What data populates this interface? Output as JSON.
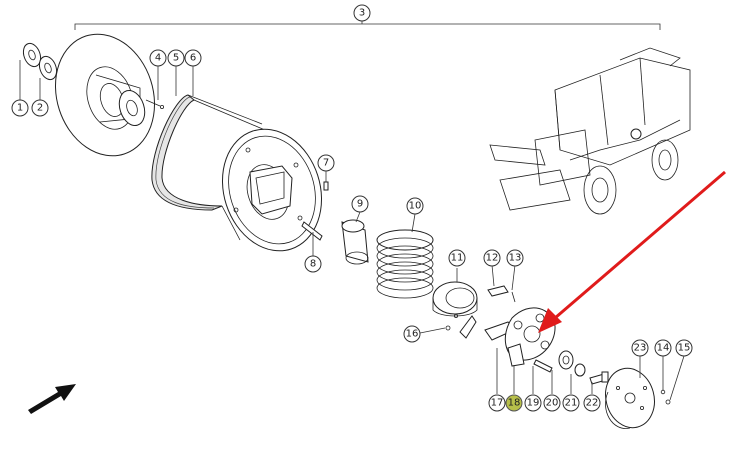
{
  "assembly_label": "3",
  "callouts": [
    {
      "id": "c1",
      "label": "1"
    },
    {
      "id": "c2",
      "label": "2"
    },
    {
      "id": "c4",
      "label": "4"
    },
    {
      "id": "c5",
      "label": "5"
    },
    {
      "id": "c6",
      "label": "6"
    },
    {
      "id": "c7",
      "label": "7"
    },
    {
      "id": "c8",
      "label": "8"
    },
    {
      "id": "c9",
      "label": "9"
    },
    {
      "id": "c10",
      "label": "10"
    },
    {
      "id": "c11",
      "label": "11"
    },
    {
      "id": "c12",
      "label": "12"
    },
    {
      "id": "c13",
      "label": "13"
    },
    {
      "id": "c14",
      "label": "14"
    },
    {
      "id": "c15",
      "label": "15"
    },
    {
      "id": "c16",
      "label": "16"
    },
    {
      "id": "c17",
      "label": "17"
    },
    {
      "id": "c18",
      "label": "18"
    },
    {
      "id": "c19",
      "label": "19"
    },
    {
      "id": "c20",
      "label": "20"
    },
    {
      "id": "c21",
      "label": "21"
    },
    {
      "id": "c22",
      "label": "22"
    },
    {
      "id": "c23",
      "label": "23"
    }
  ],
  "highlighted_part": "18",
  "colors": {
    "highlight_fill": "#b8c04a",
    "pointer_arrow": "#e01b1b",
    "line": "#222222",
    "orientation_arrow": "#111111"
  }
}
